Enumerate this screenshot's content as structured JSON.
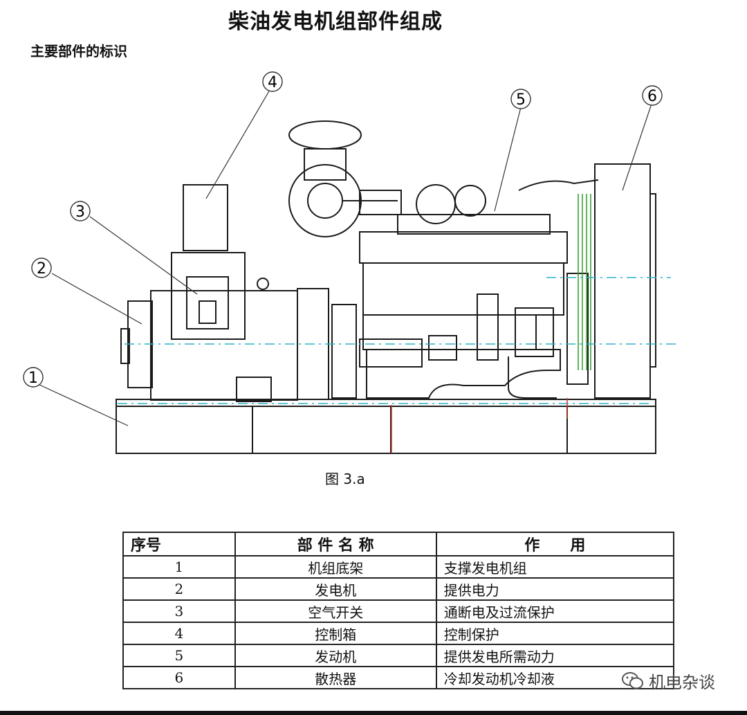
{
  "page": {
    "title": "柴油发电机组部件组成",
    "subtitle": "主要部件的标识",
    "figure_caption": "图 3.a"
  },
  "callouts": [
    "1",
    "2",
    "3",
    "4",
    "5",
    "6"
  ],
  "table": {
    "headers": [
      "序号",
      "部 件 名 称",
      "作　　用"
    ],
    "rows": [
      {
        "no": "1",
        "name": "机组底架",
        "func": "支撑发电机组"
      },
      {
        "no": "2",
        "name": "发电机",
        "func": "提供电力"
      },
      {
        "no": "3",
        "name": "空气开关",
        "func": "通断电及过流保护"
      },
      {
        "no": "4",
        "name": "控制箱",
        "func": "控制保护"
      },
      {
        "no": "5",
        "name": "发动机",
        "func": "提供发电所需动力"
      },
      {
        "no": "6",
        "name": "散热器",
        "func": "冷却发动机冷却液"
      }
    ]
  },
  "watermark": {
    "icon": "wechat-icon",
    "text": "机电杂谈"
  },
  "colors": {
    "linework": "#1a1a1a",
    "centerline": "#2ab3c8",
    "radiator_fins": "#2e9a2e",
    "red_line": "#c0392b"
  }
}
